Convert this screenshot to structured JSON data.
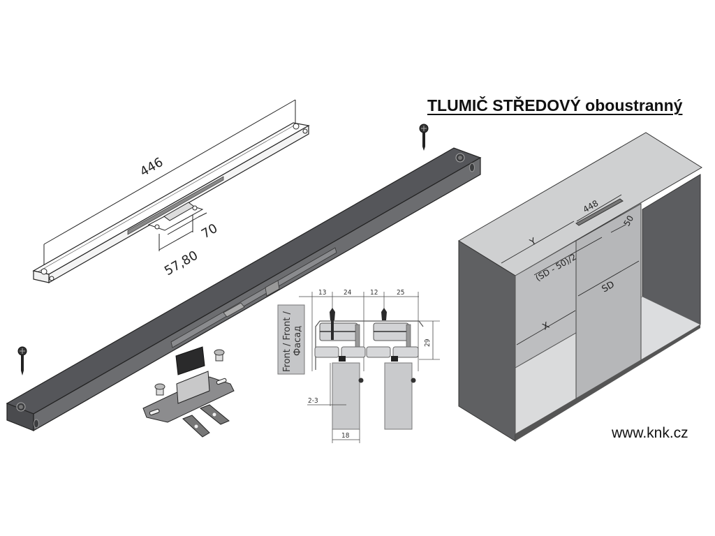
{
  "title": "TLUMIČ STŘEDOVÝ oboustranný",
  "website": "www.knk.cz",
  "top_damper_drawing": {
    "length_label": "446",
    "catch_width_label": "70",
    "catch_spacing_label": "57,80"
  },
  "section_drawing": {
    "front_label_line1": "Front / Front /",
    "front_label_line2": "Фасад",
    "dim_13": "13",
    "dim_24": "24",
    "dim_12": "12",
    "dim_25": "25",
    "dim_29": "29",
    "dim_gap": "2-3",
    "dim_18": "18"
  },
  "wardrobe_drawing": {
    "damper_label": "448",
    "offset_label": "50",
    "y_label": "Y",
    "formula_label": "(SD - 50)/2",
    "sd_label": "SD",
    "x_label": "X"
  },
  "colors": {
    "bar_dark": "#4a4a4c",
    "cabinet_side": "#5f6062",
    "cabinet_top": "#cdcecf",
    "door": "#b9babc",
    "light_panel": "#d6d7d8"
  }
}
